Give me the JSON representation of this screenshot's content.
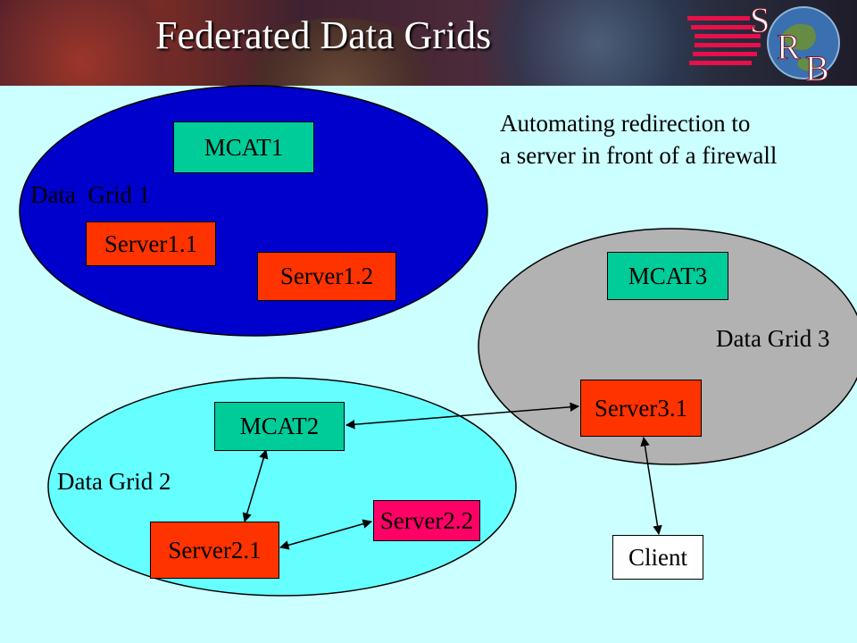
{
  "title": "Federated Data Grids",
  "logo": {
    "letters": [
      "S",
      "R",
      "B"
    ]
  },
  "note": {
    "line1": "Automating redirection to",
    "line2": "a server in front of a firewall"
  },
  "grids": {
    "grid1": {
      "label": "Data  Grid 1",
      "color": "#0000cc",
      "mcat": "MCAT1",
      "servers": [
        "Server1.1",
        "Server1.2"
      ]
    },
    "grid2": {
      "label": "Data Grid 2",
      "color": "#66ffff",
      "mcat": "MCAT2",
      "servers": [
        "Server2.1",
        "Server2.2"
      ]
    },
    "grid3": {
      "label": "Data Grid 3",
      "color": "#b2b2b2",
      "mcat": "MCAT3",
      "servers": [
        "Server3.1"
      ]
    }
  },
  "client": {
    "label": "Client"
  },
  "colors": {
    "background": "#ccffff",
    "mcat_box": "#00cc99",
    "server_box": "#ff3300",
    "server2_2_box": "#ff0066",
    "client_box": "#ffffff"
  },
  "connections": [
    [
      "MCAT2",
      "Server3.1"
    ],
    [
      "MCAT2",
      "Server2.1"
    ],
    [
      "Server2.1",
      "Server2.2"
    ],
    [
      "Server3.1",
      "Client"
    ]
  ]
}
